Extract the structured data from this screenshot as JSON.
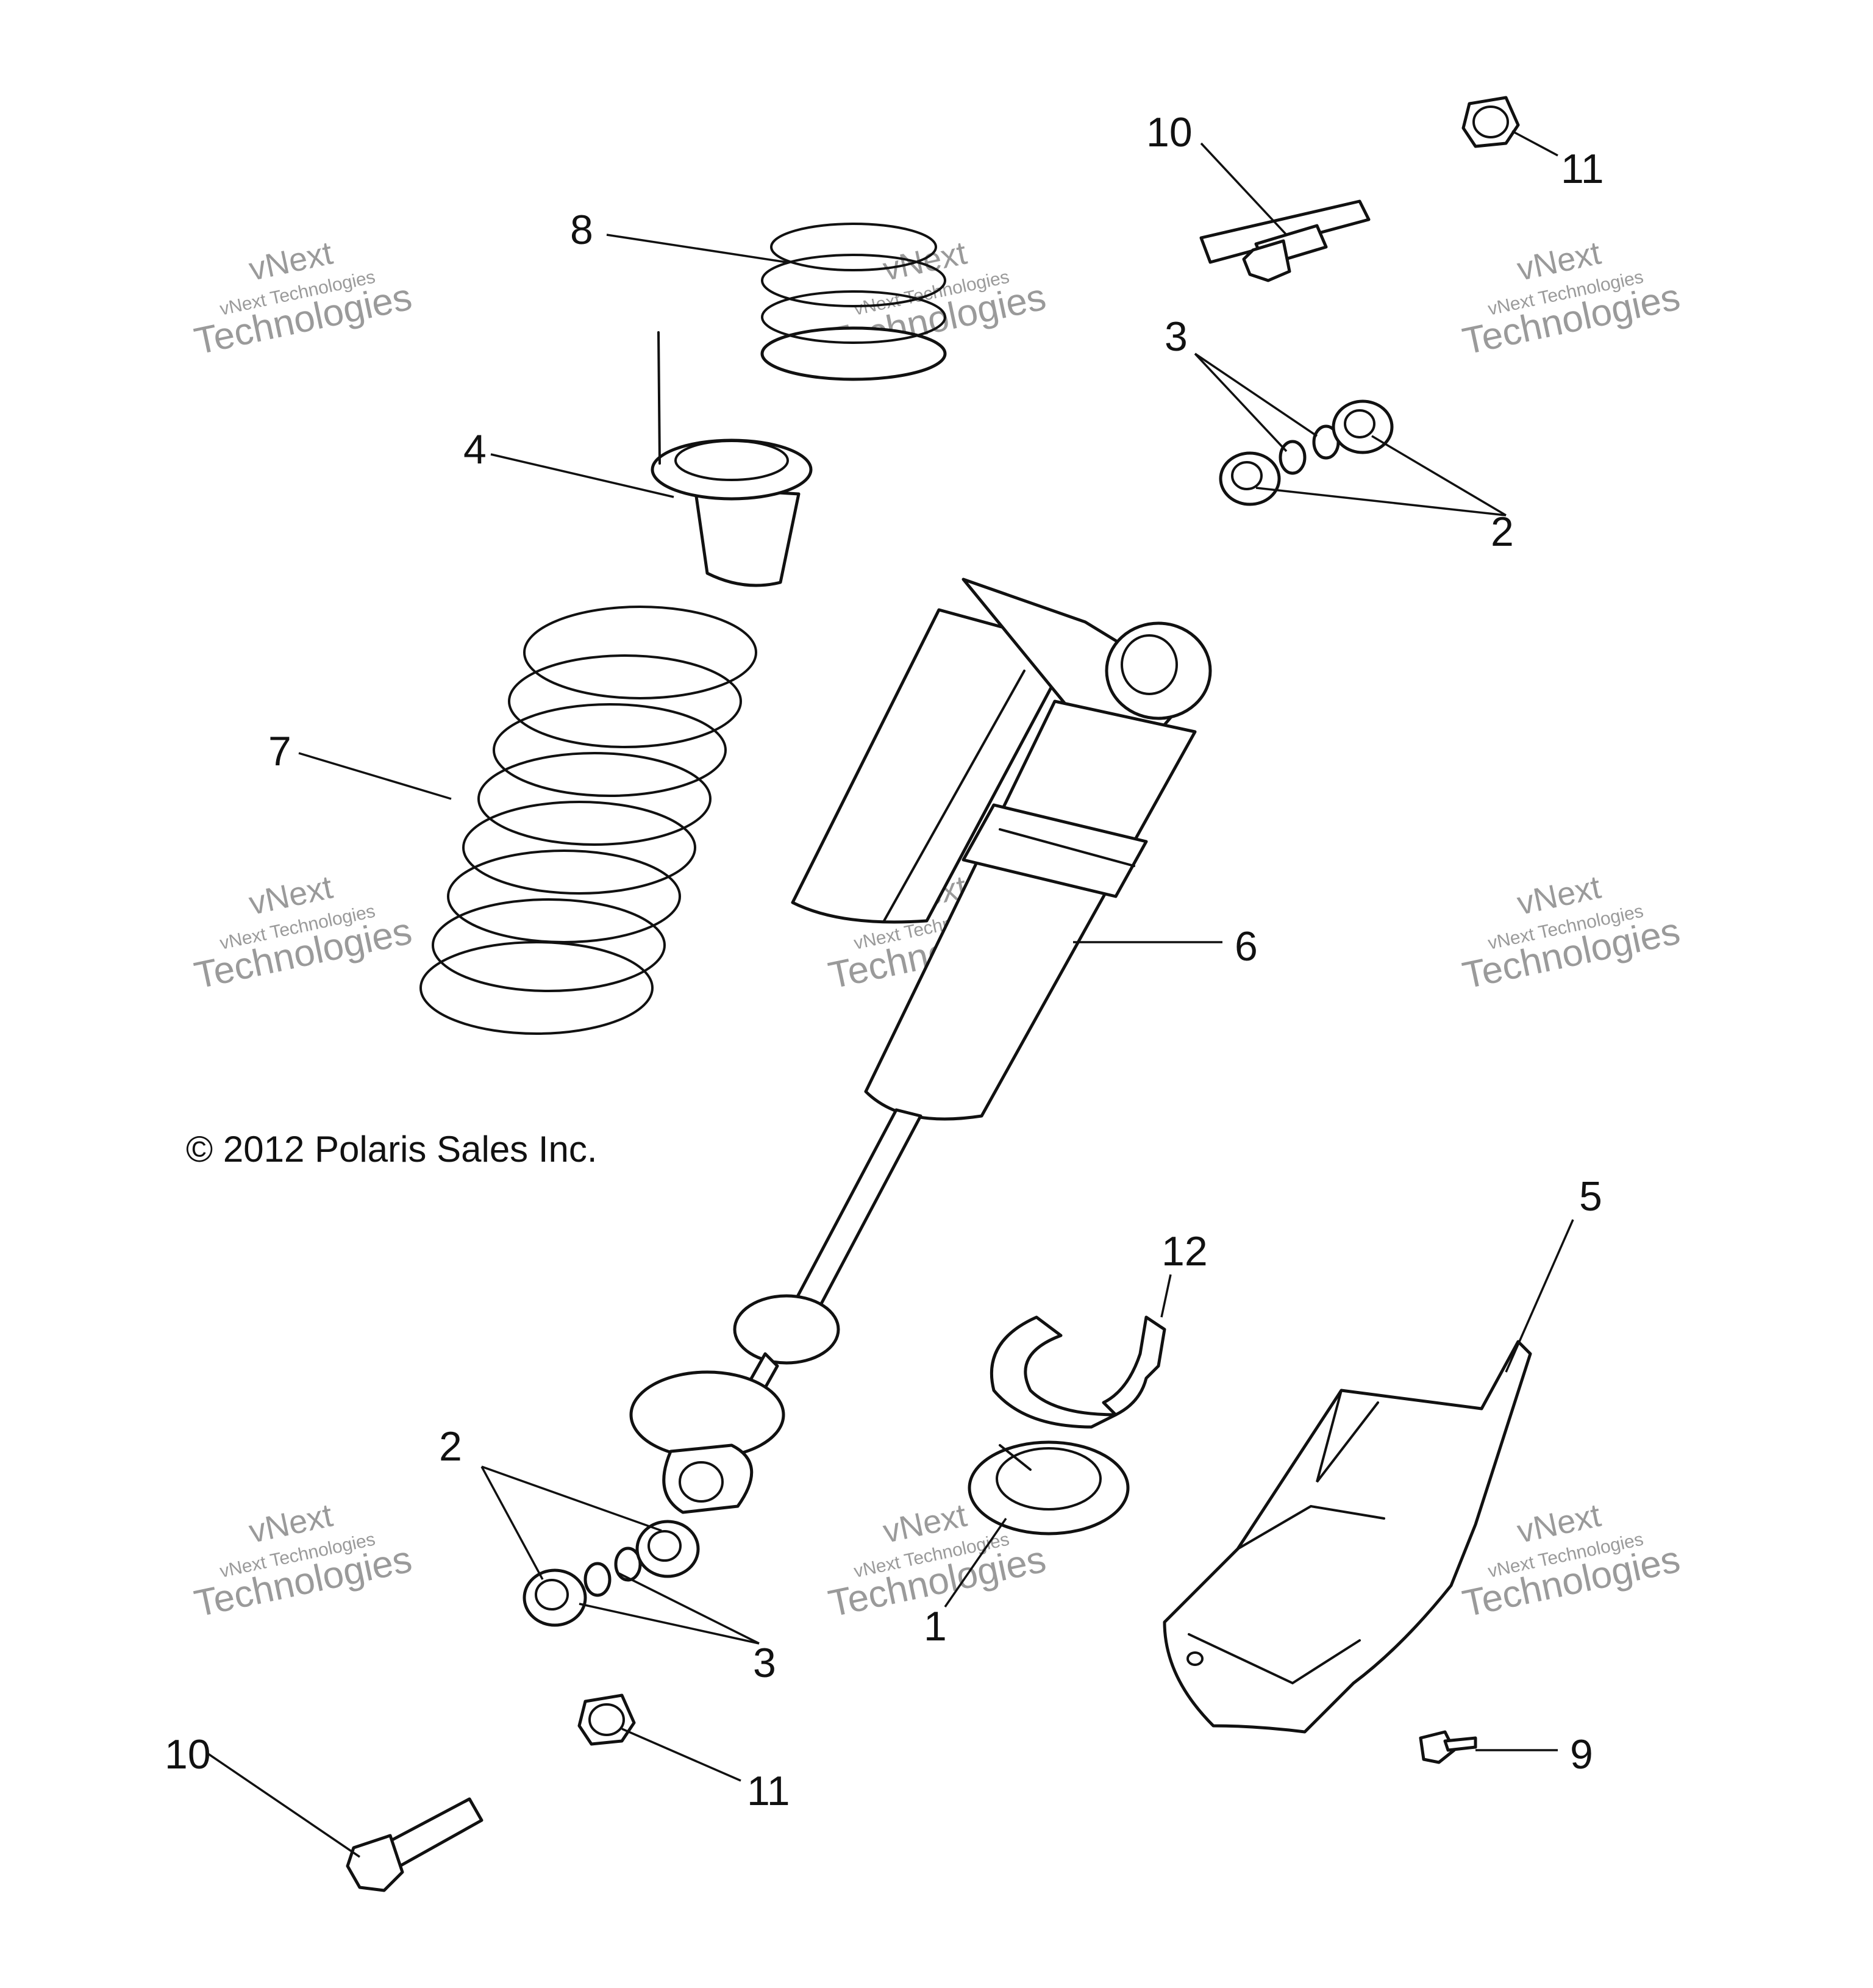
{
  "copyright": "© 2012 Polaris Sales Inc.",
  "watermark": {
    "line1": "vNext",
    "line2": "vNext Technologies",
    "line3": "Technologies"
  },
  "callouts": [
    {
      "id": "c10a",
      "label": "10"
    },
    {
      "id": "c11a",
      "label": "11"
    },
    {
      "id": "c8",
      "label": "8"
    },
    {
      "id": "c3a",
      "label": "3"
    },
    {
      "id": "c2a",
      "label": "2"
    },
    {
      "id": "c4",
      "label": "4"
    },
    {
      "id": "c7",
      "label": "7"
    },
    {
      "id": "c6",
      "label": "6"
    },
    {
      "id": "c5",
      "label": "5"
    },
    {
      "id": "c12",
      "label": "12"
    },
    {
      "id": "c2b",
      "label": "2"
    },
    {
      "id": "c1",
      "label": "1"
    },
    {
      "id": "c3b",
      "label": "3"
    },
    {
      "id": "c10b",
      "label": "10"
    },
    {
      "id": "c11b",
      "label": "11"
    },
    {
      "id": "c9",
      "label": "9"
    }
  ]
}
